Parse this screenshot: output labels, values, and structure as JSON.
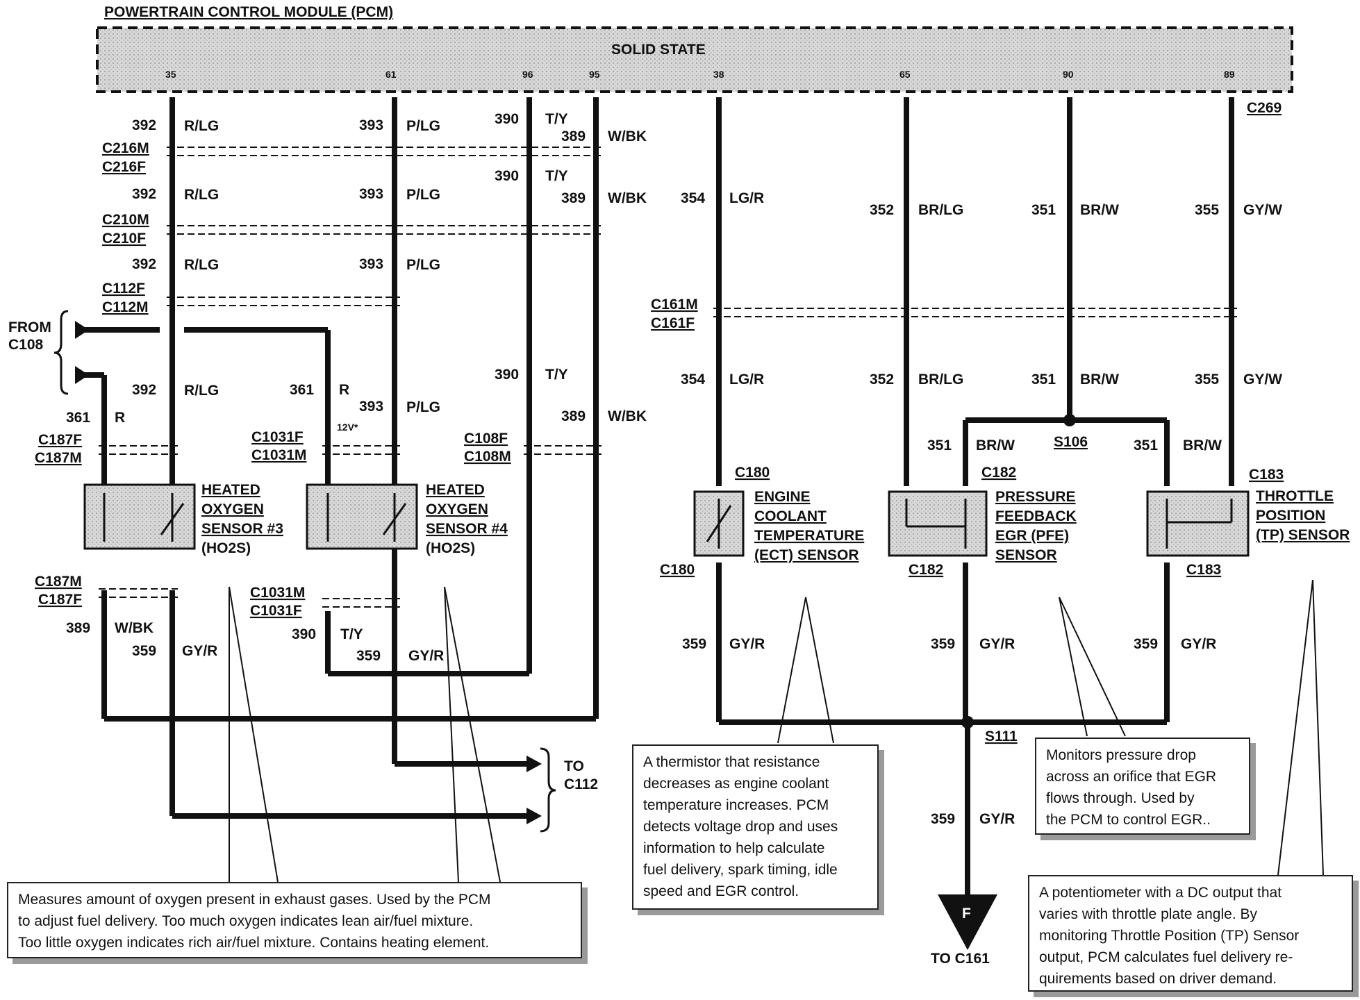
{
  "title": "POWERTRAIN CONTROL MODULE (PCM)",
  "module_label": "SOLID STATE",
  "pins": [
    "35",
    "61",
    "96",
    "95",
    "38",
    "65",
    "90",
    "89"
  ],
  "connectors": {
    "c269": "C269",
    "c216m": "C216M",
    "c216f": "C216F",
    "c210m": "C210M",
    "c210f": "C210F",
    "c112f": "C112F",
    "c112m": "C112M",
    "c187f_top": "C187F",
    "c187m_top": "C187M",
    "c187m_bot": "C187M",
    "c187f_bot": "C187F",
    "c1031f_top": "C1031F",
    "c1031m_top": "C1031M",
    "c1031m_bot": "C1031M",
    "c1031f_bot": "C1031F",
    "c108f": "C108F",
    "c108m": "C108M",
    "c161m": "C161M",
    "c161f": "C161F",
    "c180_top": "C180",
    "c180_bot": "C180",
    "c182_top": "C182",
    "c182_bot": "C182",
    "c183_top": "C183",
    "c183_bot": "C183",
    "s106": "S106",
    "s111": "S111"
  },
  "wires": {
    "w392": "392",
    "c392": "R/LG",
    "w393": "393",
    "c393": "P/LG",
    "w390": "390",
    "c390": "T/Y",
    "w389": "389",
    "c389": "W/BK",
    "w354": "354",
    "c354": "LG/R",
    "w352": "352",
    "c352": "BR/LG",
    "w351": "351",
    "c351": "BR/W",
    "w355": "355",
    "c355": "GY/W",
    "w361": "361",
    "c361": "R",
    "w359": "359",
    "c359": "GY/R"
  },
  "voltage_note": "12V*",
  "from_label": [
    "FROM",
    "C108"
  ],
  "to_c112": [
    "TO",
    "C112"
  ],
  "to_c161": "TO C161",
  "off_page_letter": "F",
  "components": {
    "ho2s3": [
      "HEATED",
      "OXYGEN",
      "SENSOR #3",
      "(HO2S)"
    ],
    "ho2s4": [
      "HEATED",
      "OXYGEN",
      "SENSOR #4",
      "(HO2S)"
    ],
    "ect": [
      "ENGINE",
      "COOLANT",
      "TEMPERATURE",
      "(ECT) SENSOR"
    ],
    "pfe": [
      "PRESSURE",
      "FEEDBACK",
      "EGR (PFE)",
      "SENSOR"
    ],
    "tp": [
      "THROTTLE",
      "POSITION",
      "(TP) SENSOR"
    ]
  },
  "callouts": {
    "ho2s": [
      "Measures amount of oxygen present in exhaust gases.  Used by the PCM",
      "to adjust fuel delivery.  Too much oxygen indicates lean air/fuel mixture.",
      "Too little oxygen indicates rich air/fuel mixture.  Contains heating element."
    ],
    "ect": [
      "A thermistor that resistance",
      "decreases as engine coolant",
      "temperature increases.  PCM",
      "detects voltage drop and uses",
      "information to help calculate",
      "fuel delivery, spark timing, idle",
      "speed and EGR control."
    ],
    "pfe": [
      "Monitors pressure drop",
      "across an orifice that EGR",
      "flows through.  Used by",
      "the PCM to control EGR.."
    ],
    "tp": [
      "A potentiometer with a DC output that",
      "varies with throttle plate angle.  By",
      "monitoring Throttle Position (TP) Sensor",
      "output, PCM calculates fuel delivery re-",
      "quirements based on driver demand."
    ]
  }
}
